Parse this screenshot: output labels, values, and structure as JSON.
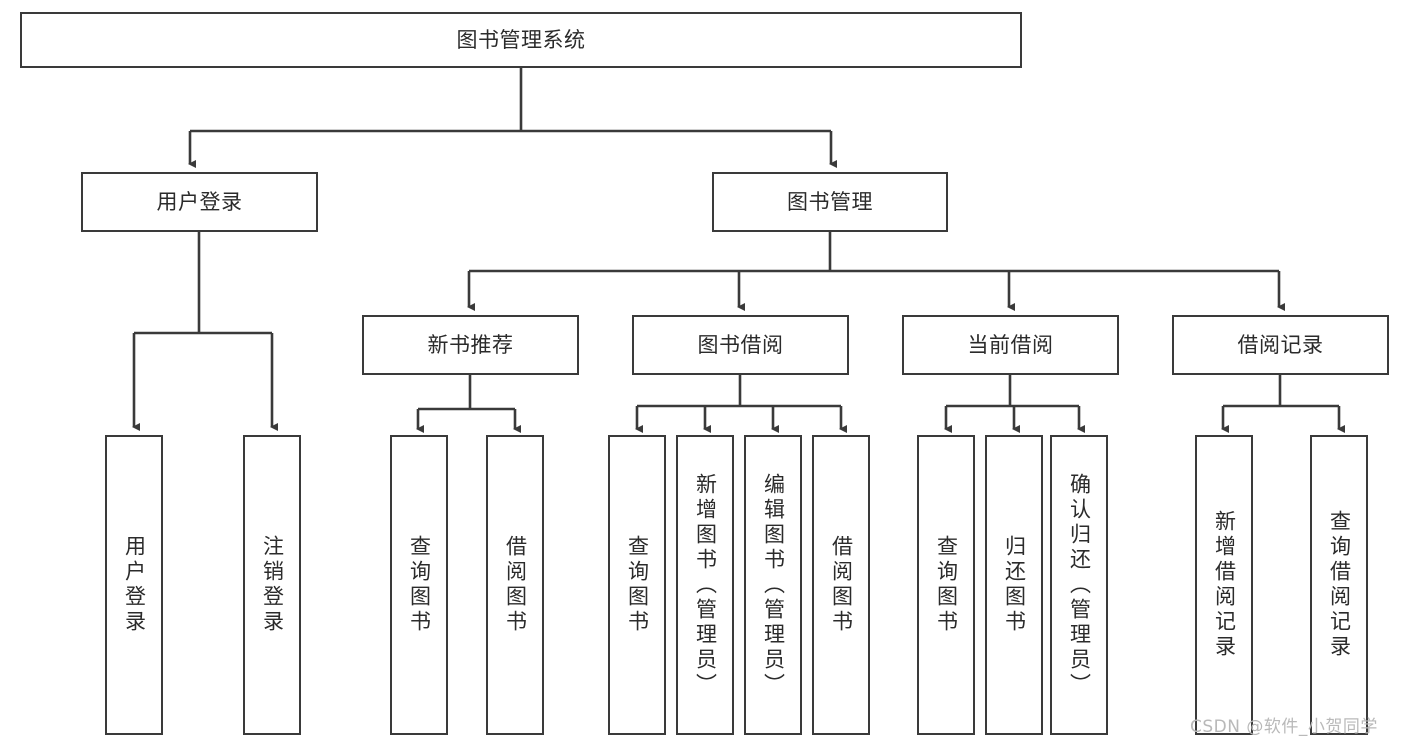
{
  "diagram": {
    "title": "图书管理系统",
    "type": "tree-hierarchy",
    "watermark": "CSDN @软件_小贺同学",
    "colors": {
      "box_border": "#3a3a3a",
      "box_fill": "#ffffff",
      "text": "#2b2b2b",
      "edge": "#3a3a3a",
      "watermark": "#b9b9b9",
      "background": "#ffffff"
    },
    "root": {
      "label": "图书管理系统"
    },
    "level2": [
      {
        "label": "用户登录"
      },
      {
        "label": "图书管理"
      }
    ],
    "level3": [
      {
        "label": "新书推荐"
      },
      {
        "label": "图书借阅"
      },
      {
        "label": "当前借阅"
      },
      {
        "label": "借阅记录"
      }
    ],
    "leaves": {
      "user_login": [
        {
          "label": "用户登录"
        },
        {
          "label": "注销登录"
        }
      ],
      "new_book_recommend": [
        {
          "label": "查询图书"
        },
        {
          "label": "借阅图书"
        }
      ],
      "book_borrow": [
        {
          "label": "查询图书"
        },
        {
          "label": "新增图书（管理员）"
        },
        {
          "label": "编辑图书（管理员）"
        },
        {
          "label": "借阅图书"
        }
      ],
      "current_borrow": [
        {
          "label": "查询图书"
        },
        {
          "label": "归还图书"
        },
        {
          "label": "确认归还（管理员）"
        }
      ],
      "borrow_record": [
        {
          "label": "新增借阅记录"
        },
        {
          "label": "查询借阅记录"
        }
      ]
    }
  }
}
